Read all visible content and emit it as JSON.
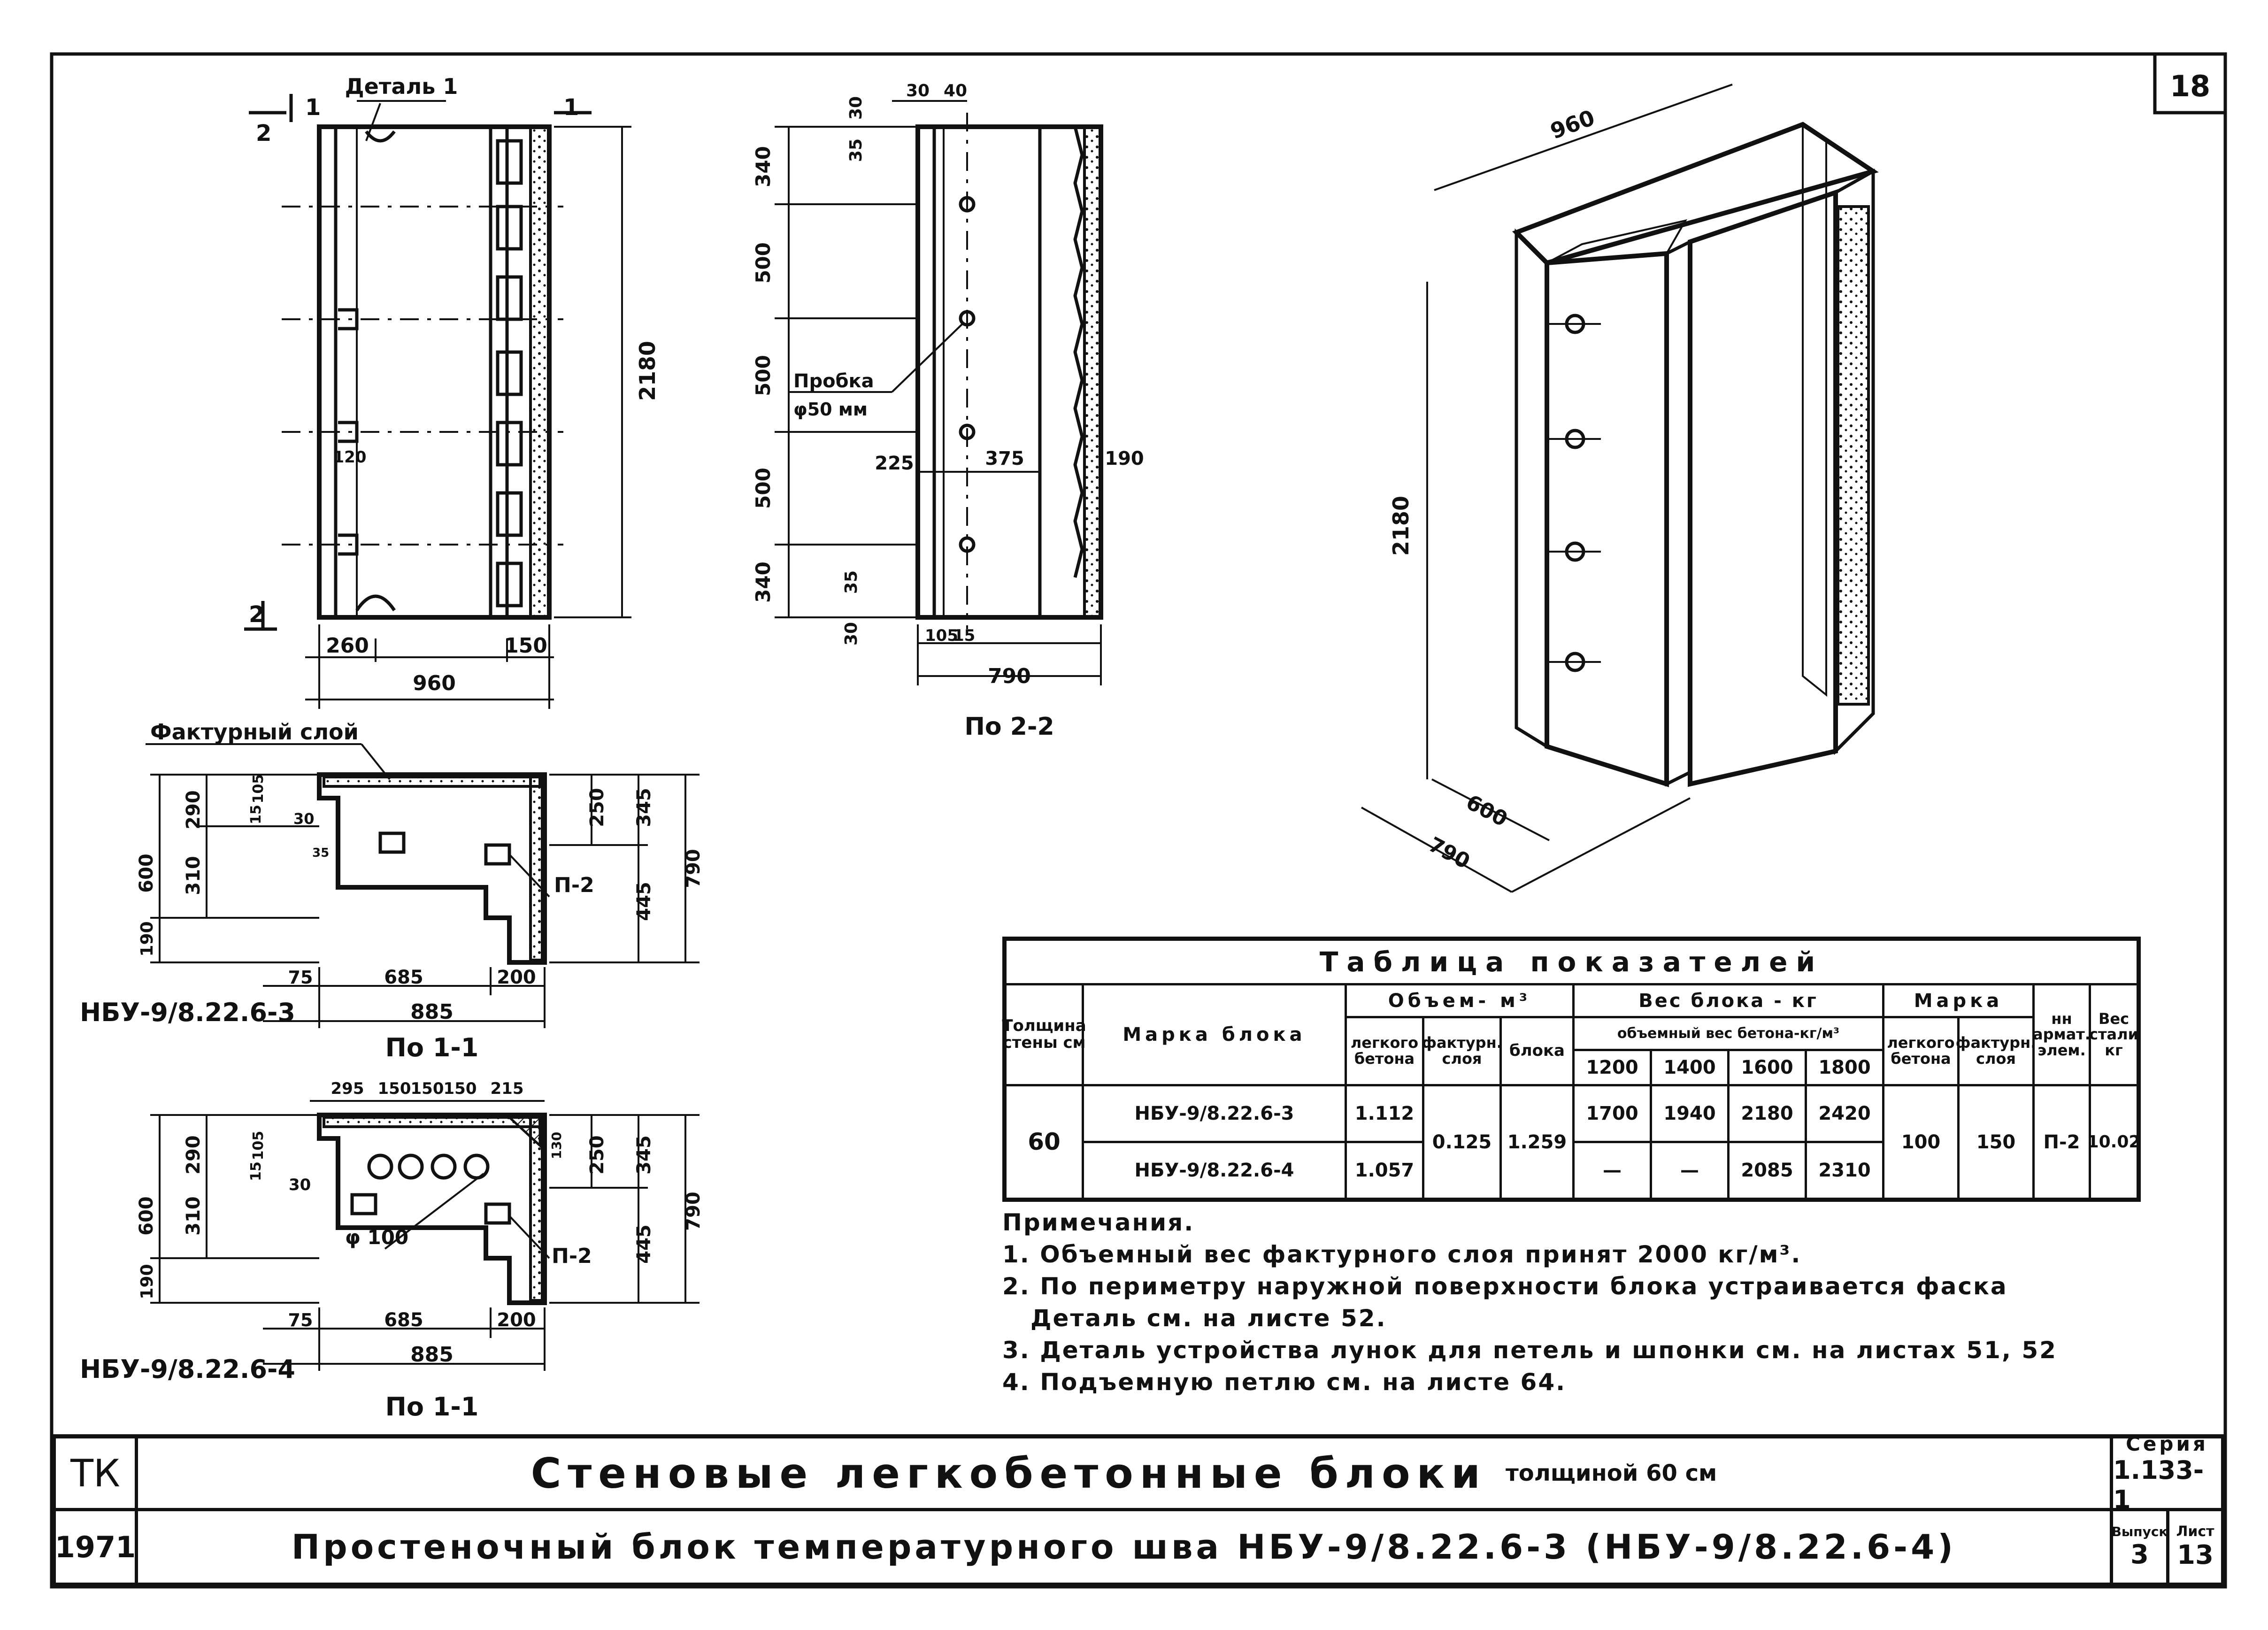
{
  "sheet_number": "18",
  "detail_label": "Деталь 1",
  "section_marks": {
    "one": "1",
    "two": "2"
  },
  "front_view": {
    "dims_bottom": [
      "260",
      "150",
      "960"
    ],
    "height": "2180",
    "small_dim": "120"
  },
  "side_view": {
    "dims_top": [
      "30",
      "40"
    ],
    "left_top_small": [
      "30",
      "35"
    ],
    "vertical": [
      "340",
      "500",
      "500",
      "500",
      "340"
    ],
    "bottom_small": [
      "30",
      "35"
    ],
    "plug_label": "Пробка",
    "plug_dim": "φ50 мм",
    "mid_dims": [
      "225",
      "375",
      "190"
    ],
    "bottom_dims": [
      "105",
      "15"
    ],
    "width": "790",
    "title": "По 2-2"
  },
  "iso": {
    "width": "960",
    "height": "2180",
    "depth1": "600",
    "depth2": "790"
  },
  "plan1": {
    "facing_label": "Фактурный слой",
    "left": [
      "600",
      "310",
      "290",
      "190",
      "15",
      "105",
      "30",
      "35"
    ],
    "right": [
      "250",
      "345",
      "790",
      "445"
    ],
    "bottom": [
      "75",
      "685",
      "200",
      "885"
    ],
    "elem": "П-2",
    "mark": "НБУ-9/8.22.6-3",
    "title": "По 1-1"
  },
  "plan2": {
    "top": [
      "295",
      "150",
      "150",
      "150",
      "215"
    ],
    "left": [
      "600",
      "310",
      "290",
      "190",
      "15",
      "105",
      "30"
    ],
    "right": [
      "130",
      "250",
      "345",
      "790",
      "445"
    ],
    "hole": "φ 100",
    "bottom": [
      "75",
      "685",
      "200",
      "885"
    ],
    "elem": "П-2",
    "mark": "НБУ-9/8.22.6-4",
    "title": "По 1-1"
  },
  "table": {
    "title": "Таблица показателей",
    "h_thickness": "Толщина стены см",
    "h_mark": "Марка блока",
    "h_volume": "Объем- м³",
    "h_light": "легкого бетона",
    "h_facing": "фактурн. слоя",
    "h_block": "блока",
    "h_weight": "Вес блока - кг",
    "h_density": "объемный вес бетона-кг/м³",
    "densities": [
      "1200",
      "1400",
      "1600",
      "1800"
    ],
    "h_grade": "Марка",
    "h_grade_light": "легкого бетона",
    "h_grade_facing": "фактурн. слоя",
    "h_elem": "нн армат. элем.",
    "h_steel": "Вес стали кг",
    "thickness": "60",
    "rows": [
      {
        "mark": "НБУ-9/8.22.6-3",
        "light": "1.112",
        "w": [
          "1700",
          "1940",
          "2180",
          "2420"
        ]
      },
      {
        "mark": "НБУ-9/8.22.6-4",
        "light": "1.057",
        "w": [
          "—",
          "—",
          "2085",
          "2310"
        ]
      }
    ],
    "facing": "0.125",
    "block": "1.259",
    "grade_light": "100",
    "grade_facing": "150",
    "elem": "П-2",
    "steel": "10.02"
  },
  "notes": {
    "heading": "Примечания.",
    "items": [
      "1. Объемный вес фактурного слоя принят 2000 кг/м³.",
      "2. По периметру наружной поверхности блока устраивается фаска",
      "Деталь см. на листе 52.",
      "3. Деталь устройства лунок для петель и шпонки см. на листах 51, 52",
      "4. Подъемную петлю см. на листе 64."
    ]
  },
  "stamp": {
    "org": "ТК",
    "year": "1971",
    "title": "Стеновые легкобетонные блоки",
    "title_small": "толщиной 60 см",
    "subtitle": "Простеночный блок температурного шва НБУ-9/8.22.6-3 (НБУ-9/8.22.6-4)",
    "series_label": "Серия",
    "series": "1.133-1",
    "issue_label": "Выпуск",
    "issue": "3",
    "sheet_label": "Лист",
    "sheet": "13"
  }
}
